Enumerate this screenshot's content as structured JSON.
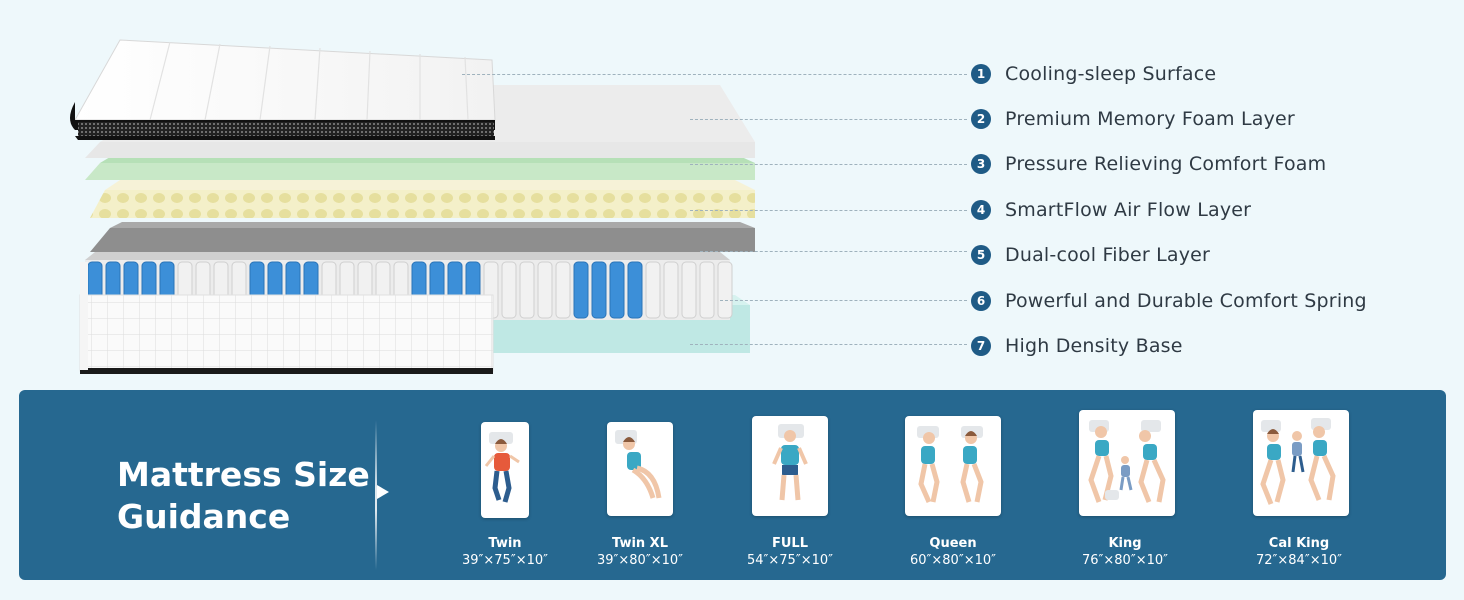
{
  "layers": [
    {
      "number": "1",
      "label": "Cooling-sleep Surface"
    },
    {
      "number": "2",
      "label": "Premium Memory Foam Layer"
    },
    {
      "number": "3",
      "label": "Pressure Relieving Comfort Foam"
    },
    {
      "number": "4",
      "label": "SmartFlow Air Flow Layer"
    },
    {
      "number": "5",
      "label": "Dual-cool Fiber Layer"
    },
    {
      "number": "6",
      "label": "Powerful and Durable Comfort Spring"
    },
    {
      "number": "7",
      "label": "High Density Base"
    }
  ],
  "guide": {
    "title_line1": "Mattress Size",
    "title_line2": "Guidance"
  },
  "sizes": [
    {
      "name": "Twin",
      "dims": "39″×75″×10″",
      "icon": "single-sleeper-icon"
    },
    {
      "name": "Twin XL",
      "dims": "39″×80″×10″",
      "icon": "single-sleeper-icon"
    },
    {
      "name": "FULL",
      "dims": "54″×75″×10″",
      "icon": "single-sleeper-icon"
    },
    {
      "name": "Queen",
      "dims": "60″×80″×10″",
      "icon": "couple-sleepers-icon"
    },
    {
      "name": "King",
      "dims": "76″×80″×10″",
      "icon": "family-sleepers-icon"
    },
    {
      "name": "Cal King",
      "dims": "72″×84″×10″",
      "icon": "family-sleepers-icon"
    }
  ],
  "colors": {
    "badge": "#1f5b86",
    "panel": "#266890",
    "background": "#eef8fb"
  }
}
